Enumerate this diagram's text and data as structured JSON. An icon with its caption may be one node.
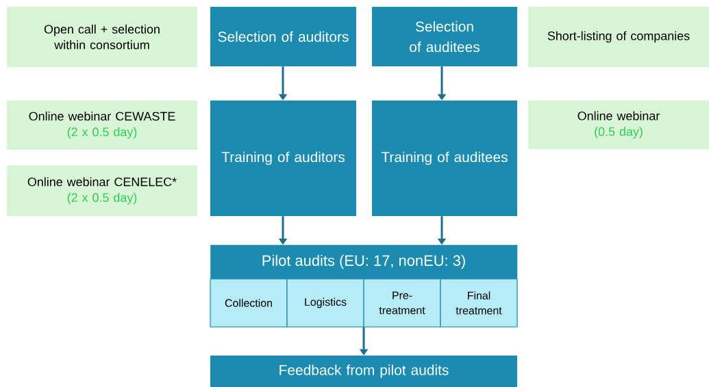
{
  "diagram": {
    "nodes": [
      {
        "text": [
          "Open call + selection within consortium"
        ]
      },
      {
        "text": [
          "Selection of auditors"
        ]
      },
      {
        "text": [
          "Selection of auditees"
        ]
      },
      {
        "text": [
          "Short-listing of companies"
        ]
      },
      {
        "text": [
          "Online webinar CEWASTE",
          "(2 x 0.5 day)"
        ]
      },
      {
        "text": [
          "Online webinar CENELEC*",
          "(2 x 0.5 day)"
        ]
      },
      {
        "text": [
          "Training of auditors"
        ]
      },
      {
        "text": [
          "Training of auditees"
        ]
      },
      {
        "text": [
          "Online webinar",
          "(0.5 day)"
        ]
      },
      {
        "text": [
          "Pilot audits (EU: 17, nonEU: 3)"
        ]
      },
      {
        "text": [
          "Collection"
        ],
        "in": 9
      },
      {
        "text": [
          "Logistics"
        ],
        "in": 9
      },
      {
        "text": [
          "Pre-treatment"
        ],
        "in": 9
      },
      {
        "text": [
          "Final treatment"
        ],
        "in": 9
      },
      {
        "text": [
          "Feedback from pilot audits"
        ]
      }
    ],
    "edges": [
      {
        "from": 1,
        "to": 6,
        "arrow": "to"
      },
      {
        "from": 2,
        "to": 7,
        "arrow": "to"
      },
      {
        "from": 6,
        "to": 9,
        "arrow": "to"
      },
      {
        "from": 7,
        "to": 9,
        "arrow": "to"
      },
      {
        "from": 9,
        "to": 14,
        "arrow": "to"
      }
    ]
  }
}
